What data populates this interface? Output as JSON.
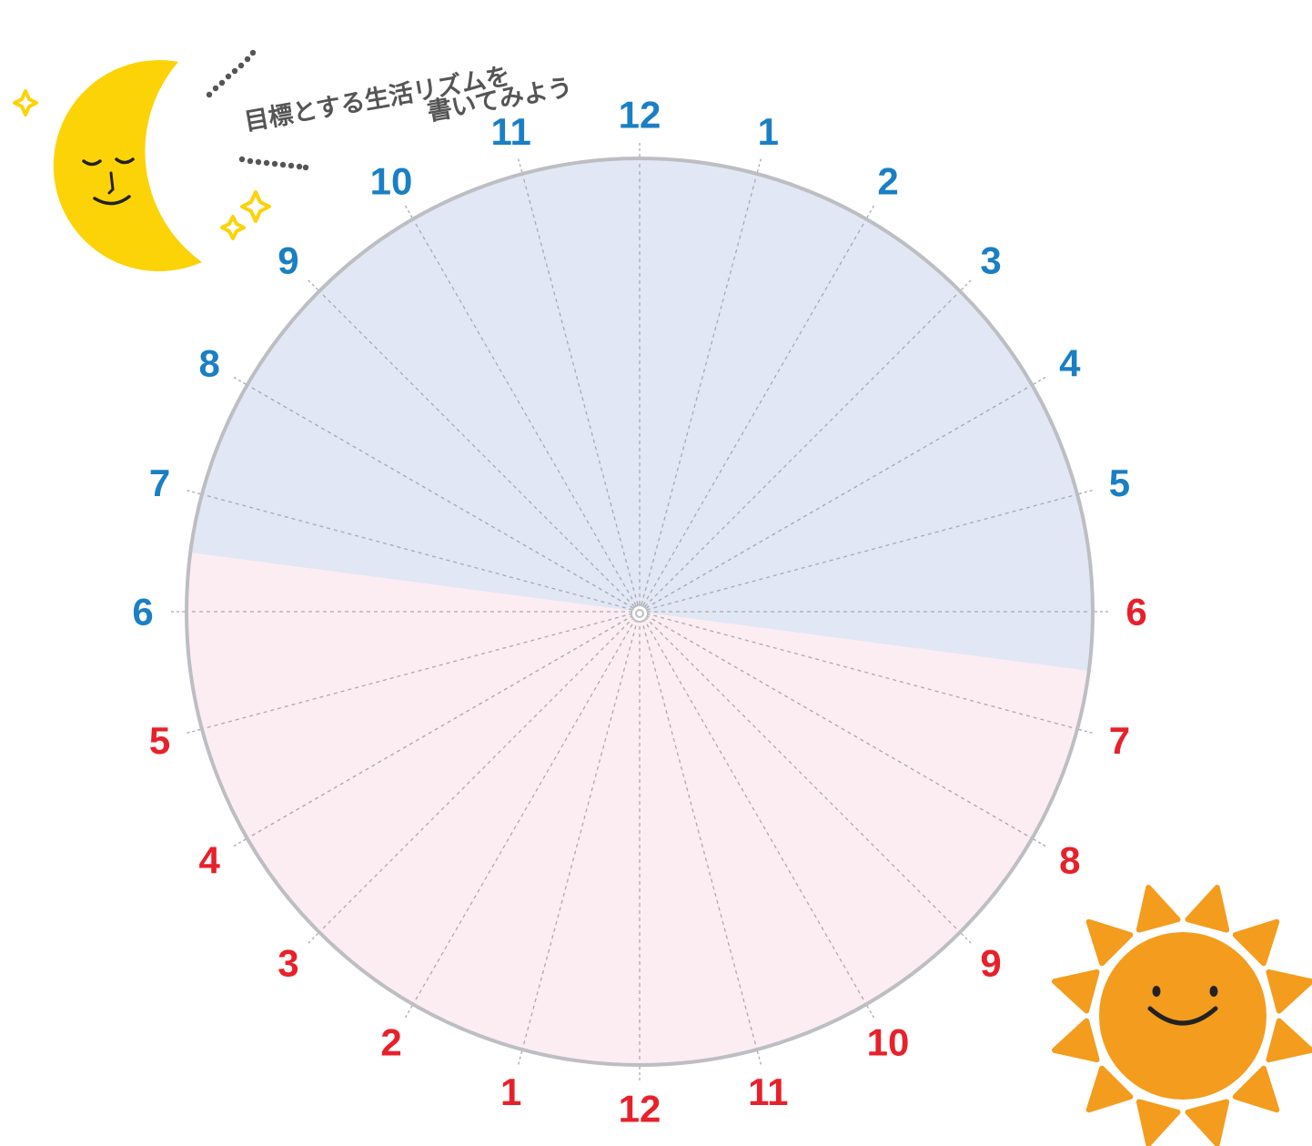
{
  "caption": {
    "line1": "目標とする生活リズムを",
    "line2": "書いてみよう"
  },
  "clock": {
    "night_hours_label_color": "#1a7fc4",
    "day_hours_label_color": "#e8202a",
    "night_fill_color": "#e1e7f4",
    "day_fill_color": "#fcedf2",
    "rim_color": "#bdbec2",
    "night_hours": [
      "12",
      "1",
      "2",
      "3",
      "4",
      "5",
      "6",
      "7",
      "8",
      "9",
      "10",
      "11"
    ],
    "day_hours": [
      "6",
      "7",
      "8",
      "9",
      "10",
      "11",
      "12",
      "1",
      "2",
      "3",
      "4",
      "5"
    ]
  },
  "decorations": {
    "moon": {
      "icon": "sleeping-moon-icon",
      "color": "#fbd307"
    },
    "sun": {
      "icon": "smiling-sun-icon",
      "color": "#f39c1e"
    },
    "sparkles": {
      "icon": "sparkle-icon",
      "color": "#fbd307"
    }
  }
}
